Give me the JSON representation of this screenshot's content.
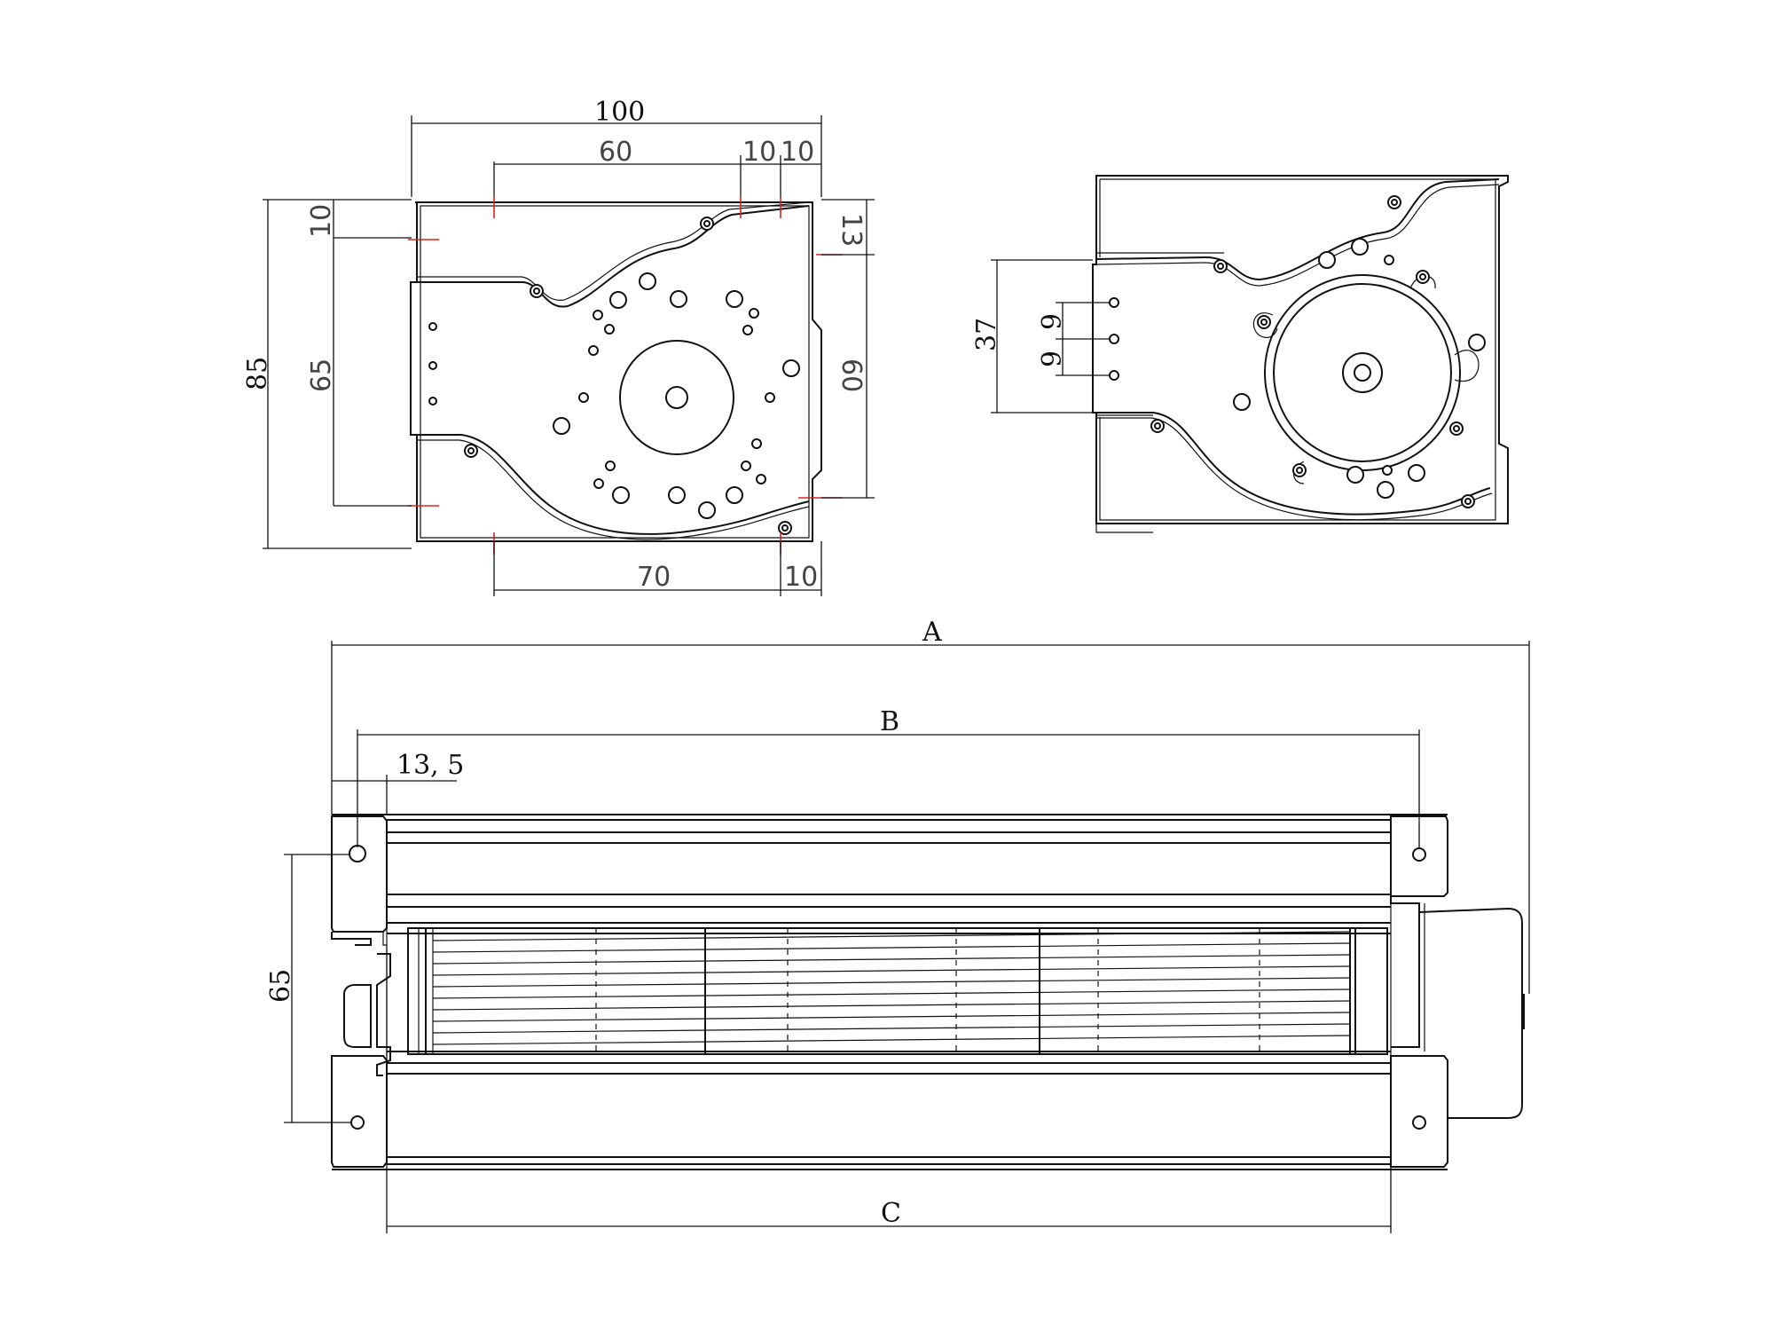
{
  "front_view": {
    "dims": {
      "overall_width": "100",
      "hole_span": "60",
      "edge_a": "10",
      "edge_b": "10",
      "top_offset": "10",
      "overall_height": "85",
      "left_hole_span": "65",
      "right_top": "13",
      "right_span": "60",
      "bottom_span": "70",
      "bottom_edge": "10"
    }
  },
  "side_view": {
    "dims": {
      "opening_height": "37",
      "pitch_top": "9",
      "pitch_bottom": "9"
    }
  },
  "length_view": {
    "dims": {
      "overall_length": "A",
      "mount_span": "B",
      "body_length": "C",
      "flange_offset": "13, 5",
      "mount_height": "65"
    }
  }
}
